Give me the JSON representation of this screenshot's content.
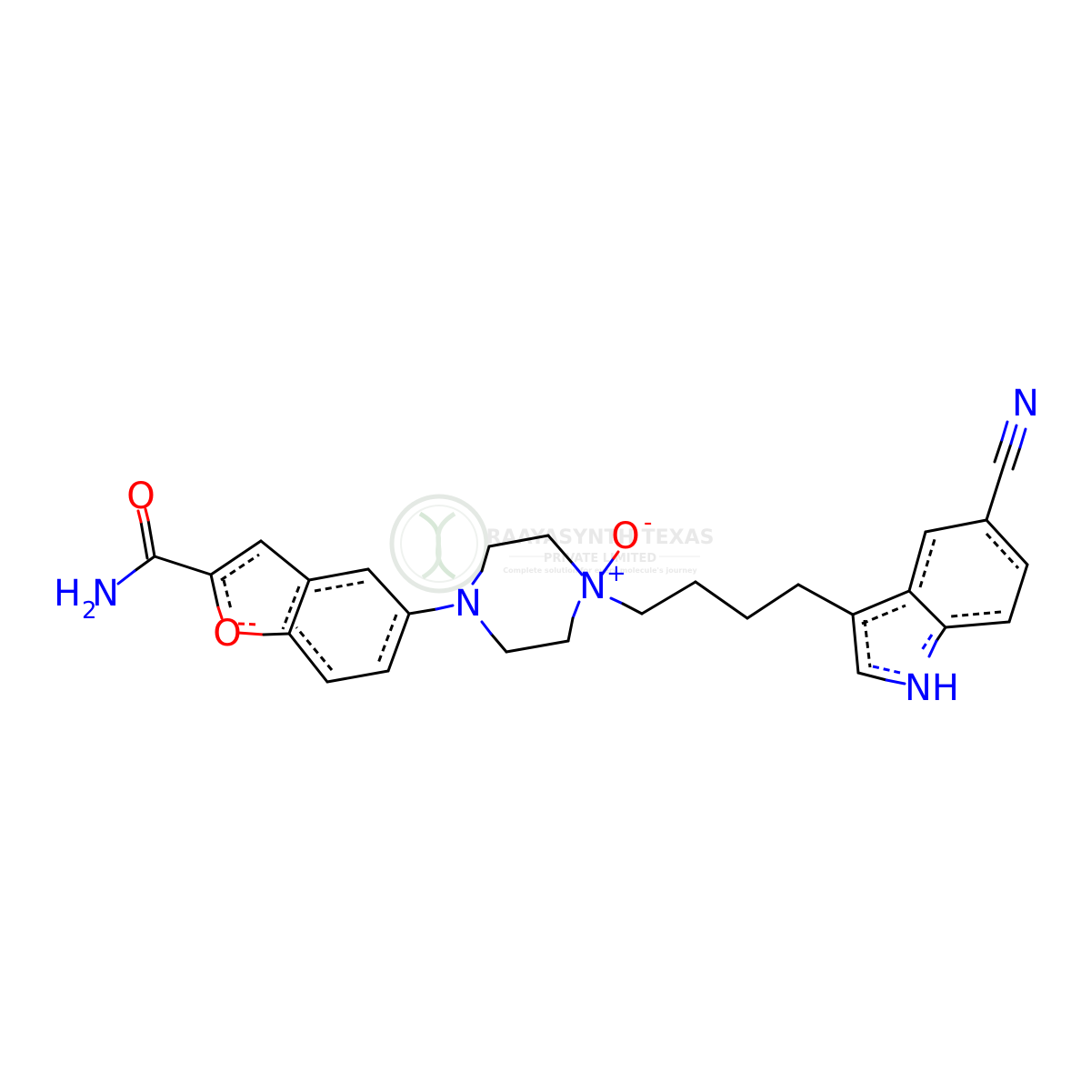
{
  "structure": {
    "atoms": {
      "amide_O": "O",
      "amide_N": "N",
      "amide_H": "H",
      "amide_H_count": "2",
      "furan_O": "O",
      "piperazine_N": "N",
      "oxide_N": "N",
      "oxide_N_charge": "+",
      "oxide_O": "O",
      "oxide_O_charge": "-",
      "indole_N": "NH",
      "nitrile_N": "N"
    },
    "colors": {
      "carbon_bond": "#000000",
      "nitrogen": "#0000ff",
      "oxygen": "#ff0000"
    }
  },
  "watermark": {
    "title": "RAAYASYNTH TEXAS",
    "subtitle": "PRIVATE LIMITED",
    "tagline": "Complete solution for every molecule's journey"
  }
}
